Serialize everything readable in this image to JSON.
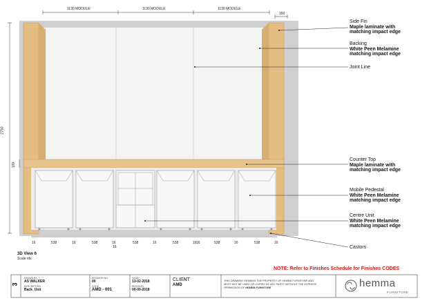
{
  "dimensions": {
    "module_labels": [
      "1130 MODULE",
      "1130 MODULE",
      "1130 MODULE"
    ],
    "top_right": "150",
    "height_total": "2750",
    "counter_height": "100",
    "bottom": [
      "16",
      "538",
      "16",
      "538",
      "16",
      "16",
      "538",
      "16",
      "538",
      "16",
      "16",
      "538",
      "16",
      "538",
      "16"
    ],
    "centre_gap": "16"
  },
  "annotations": {
    "side_fin": {
      "title": "Side Fin",
      "detail1": "Maple laminate with",
      "detail2": "matching impact edge"
    },
    "backing": {
      "title": "Backing",
      "detail1": "White Peen Melamine",
      "detail2": "matching impact edge"
    },
    "joint_line": {
      "title": "Joint Line"
    },
    "counter_top": {
      "title": "Counter Top",
      "detail1": "Maple laminate with",
      "detail2": "matching impact edge"
    },
    "mobile_pedestal": {
      "title": "Mobile Pedestal",
      "detail1": "White Peen Melamine",
      "detail2": "matching impact edge"
    },
    "centre_unit": {
      "title": "Centre Unit",
      "detail1": "White Peen Melamine",
      "detail2": "matching impact edge"
    },
    "castors": {
      "title": "Castors"
    }
  },
  "view": {
    "title": "3D View 6",
    "scale": "Scale nts"
  },
  "note": "NOTE: Refer to Finishes Schedule for Finishes CODES",
  "title_block": {
    "sheet": "3",
    "drawn_by_label": "DRAWN BY",
    "drawn_by": "AS WALKER",
    "description_label": "DESCRIPTION",
    "description": "Back_Unit",
    "revision_label": "REVISION NO.",
    "revision": "00",
    "code_label": "CODE",
    "code": "AMD - 001",
    "issue_label": "ISSUE",
    "issue": "13-02-2018",
    "revision_date_label": "REVISION",
    "revision_date": "00-00-2018",
    "client_label": "CLIENT",
    "client": "AMD",
    "disclaimer1": "THIS DRAWING REMAINS THE PROPERTY OF HEMMA FURNITURE AND",
    "disclaimer2": "MUST NOT BE USED OR COPIED BY ANY PARTY WITHOUT THE EXPRESS",
    "disclaimer3": "PERMISSION OF",
    "disclaimer_brand": "HEMMA FURNITURE",
    "logo_word": "hemma",
    "logo_sub": "FURNITURE"
  },
  "colors": {
    "maple": "#e3bd82",
    "backing": "#f4f4f2",
    "wall": "#cfcfcf",
    "pedestal": "#f7f7f7",
    "note_red": "#d01818"
  }
}
